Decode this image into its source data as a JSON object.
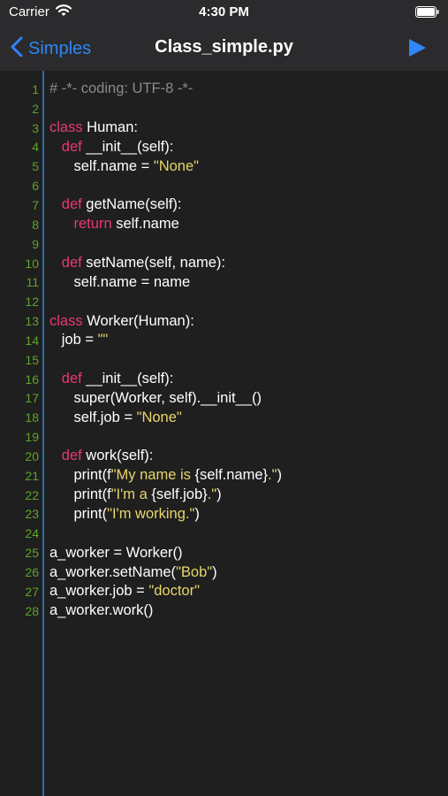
{
  "status_bar": {
    "carrier": "Carrier",
    "time": "4:30 PM"
  },
  "nav": {
    "back_label": "Simples",
    "title": "Class_simple.py"
  },
  "colors": {
    "accent": "#2f86f6",
    "keyword": "#e63a6f",
    "string": "#e8d66a",
    "comment": "#8a8a8a",
    "line_number": "#5fa32a",
    "gutter": "#2e6fa8"
  },
  "icons": {
    "back": "chevron-left-icon",
    "run": "play-icon",
    "wifi": "wifi-icon",
    "battery": "battery-icon"
  },
  "code_lines": [
    {
      "n": "1",
      "t": [
        {
          "s": "# -*- coding: UTF-8 -*-",
          "c": "cm"
        }
      ]
    },
    {
      "n": "2",
      "t": []
    },
    {
      "n": "3",
      "t": [
        {
          "s": "class",
          "c": "kw"
        },
        {
          "s": " Human:"
        }
      ]
    },
    {
      "n": "4",
      "t": [
        {
          "s": "   "
        },
        {
          "s": "def",
          "c": "kw"
        },
        {
          "s": " __init__(self):"
        }
      ]
    },
    {
      "n": "5",
      "t": [
        {
          "s": "      self.name = "
        },
        {
          "s": "\"None\"",
          "c": "str"
        }
      ]
    },
    {
      "n": "6",
      "t": []
    },
    {
      "n": "7",
      "t": [
        {
          "s": "   "
        },
        {
          "s": "def",
          "c": "kw"
        },
        {
          "s": " getName(self):"
        }
      ]
    },
    {
      "n": "8",
      "t": [
        {
          "s": "      "
        },
        {
          "s": "return",
          "c": "kw"
        },
        {
          "s": " self.name"
        }
      ]
    },
    {
      "n": "9",
      "t": []
    },
    {
      "n": "10",
      "t": [
        {
          "s": "   "
        },
        {
          "s": "def",
          "c": "kw"
        },
        {
          "s": " setName(self, name):"
        }
      ]
    },
    {
      "n": "11",
      "t": [
        {
          "s": "      self.name = name"
        }
      ]
    },
    {
      "n": "12",
      "t": []
    },
    {
      "n": "13",
      "t": [
        {
          "s": "class",
          "c": "kw"
        },
        {
          "s": " Worker(Human):"
        }
      ]
    },
    {
      "n": "14",
      "t": [
        {
          "s": "   job = "
        },
        {
          "s": "\"\"",
          "c": "str"
        }
      ]
    },
    {
      "n": "15",
      "t": []
    },
    {
      "n": "16",
      "t": [
        {
          "s": "   "
        },
        {
          "s": "def",
          "c": "kw"
        },
        {
          "s": " __init__(self):"
        }
      ]
    },
    {
      "n": "17",
      "t": [
        {
          "s": "      super(Worker, self).__init__()"
        }
      ]
    },
    {
      "n": "18",
      "t": [
        {
          "s": "      self.job = "
        },
        {
          "s": "\"None\"",
          "c": "str"
        }
      ]
    },
    {
      "n": "19",
      "t": []
    },
    {
      "n": "20",
      "t": [
        {
          "s": "   "
        },
        {
          "s": "def",
          "c": "kw"
        },
        {
          "s": " work(self):"
        }
      ]
    },
    {
      "n": "21",
      "t": [
        {
          "s": "      print(f"
        },
        {
          "s": "\"My name is ",
          "c": "str"
        },
        {
          "s": "{self.name}"
        },
        {
          "s": ".\"",
          "c": "str"
        },
        {
          "s": ")"
        }
      ]
    },
    {
      "n": "22",
      "t": [
        {
          "s": "      print(f"
        },
        {
          "s": "\"I'm a ",
          "c": "str"
        },
        {
          "s": "{self.job}"
        },
        {
          "s": ".\"",
          "c": "str"
        },
        {
          "s": ")"
        }
      ]
    },
    {
      "n": "23",
      "t": [
        {
          "s": "      print("
        },
        {
          "s": "\"I'm working.\"",
          "c": "str"
        },
        {
          "s": ")"
        }
      ]
    },
    {
      "n": "24",
      "t": []
    },
    {
      "n": "25",
      "t": [
        {
          "s": "a_worker = Worker()"
        }
      ]
    },
    {
      "n": "26",
      "t": [
        {
          "s": "a_worker.setName("
        },
        {
          "s": "\"Bob\"",
          "c": "str"
        },
        {
          "s": ")"
        }
      ]
    },
    {
      "n": "27",
      "t": [
        {
          "s": "a_worker.job = "
        },
        {
          "s": "\"doctor\"",
          "c": "str"
        }
      ]
    },
    {
      "n": "28",
      "t": [
        {
          "s": "a_worker.work()"
        }
      ]
    }
  ]
}
